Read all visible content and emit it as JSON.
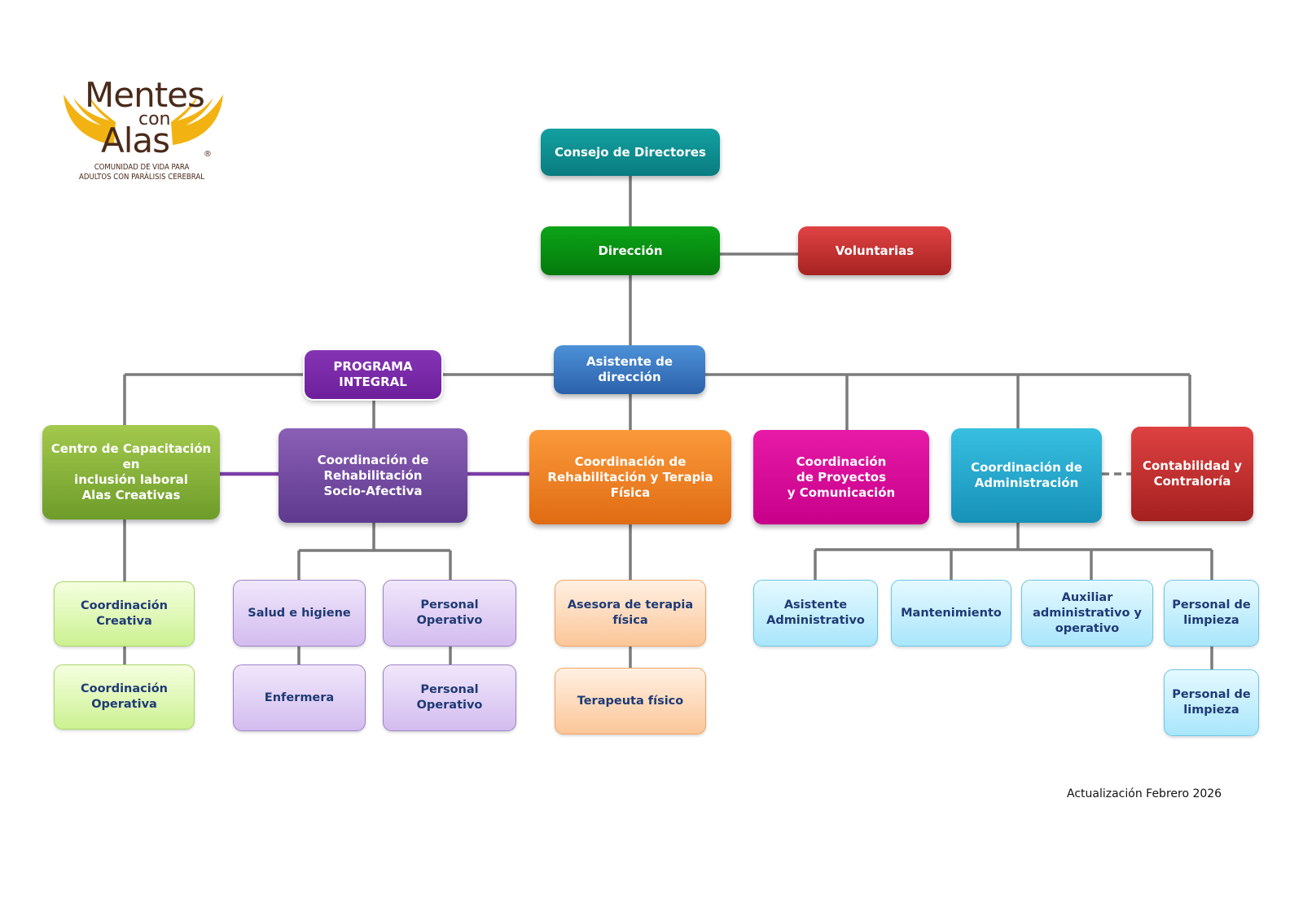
{
  "logo": {
    "line1": "Mentes",
    "line2": "con",
    "line3": "Alas",
    "registered": "®",
    "tagline1": "COMUNIDAD DE VIDA PARA",
    "tagline2": "ADULTOS CON PARÁLISIS CEREBRAL"
  },
  "nodes": {
    "consejo": "Consejo de Directores",
    "direccion": "Dirección",
    "voluntarias": "Voluntarias",
    "asistente_direccion": "Asistente de dirección",
    "programa_integral": "PROGRAMA\nINTEGRAL",
    "centro_capacitacion": "Centro de Capacitación en\ninclusión laboral\nAlas Creativas",
    "coord_socioafectiva": "Coordinación de\nRehabilitación\nSocio-Afectiva",
    "coord_terapia_fisica": "Coordinación de\nRehabilitación y Terapia\nFísica",
    "coord_proyectos": "Coordinación\nde Proyectos\ny  Comunicación",
    "coord_administracion": "Coordinación de\nAdministración",
    "contabilidad": "Contabilidad y\nContraloría",
    "coord_creativa": "Coordinación\nCreativa",
    "coord_operativa": "Coordinación\nOperativa",
    "salud_higiene": "Salud e higiene",
    "personal_operativo_1": "Personal Operativo",
    "enfermera": "Enfermera",
    "personal_operativo_2": "Personal Operativo",
    "asesora_terapia": "Asesora de terapia\nfísica",
    "terapeuta_fisico": "Terapeuta físico",
    "asistente_administrativo": "Asistente\nAdministrativo",
    "mantenimiento": "Mantenimiento",
    "auxiliar_administrativo": "Auxiliar\nadministrativo y\noperativo",
    "personal_limpieza_1": "Personal de\nlimpieza",
    "personal_limpieza_2": "Personal de\nlimpieza"
  },
  "footer": "Actualización Febrero 2026"
}
